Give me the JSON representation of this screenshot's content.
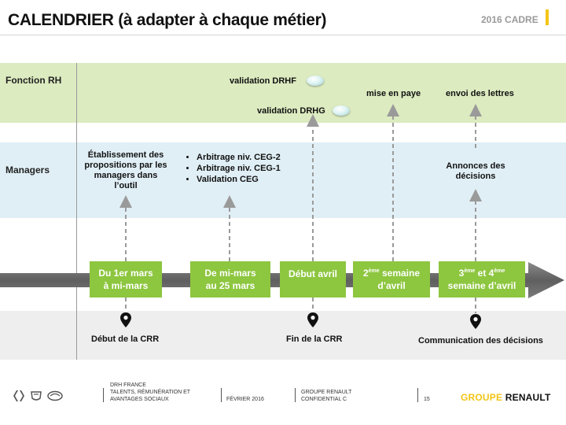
{
  "header": {
    "title": "CALENDRIER (à adapter à chaque métier)",
    "tag": "2016 CADRE"
  },
  "rows": {
    "rh": "Fonction RH",
    "managers": "Managers"
  },
  "rh_labels": {
    "validation_drhf": "validation DRHF",
    "validation_drhg": "validation DRHG",
    "mise_en_paye": "mise en paye",
    "envoi_lettres": "envoi des lettres"
  },
  "manager_labels": {
    "etablissement": "Établissement des propositions par les managers dans l’outil",
    "bullets": [
      "Arbitrage niv. CEG-2",
      "Arbitrage niv. CEG-1",
      "Validation CEG"
    ],
    "annonces": "Annonces des décisions"
  },
  "timeline": {
    "box1": {
      "line1": "Du 1er mars",
      "line2": "à mi-mars"
    },
    "box2": {
      "line1": "De mi-mars",
      "line2": "au 25 mars"
    },
    "box3": {
      "line1": "Début avril"
    },
    "box4": {
      "num": "2",
      "sup": "ème",
      "rest": " semaine",
      "line2": "d’avril"
    },
    "box5": {
      "num_a": "3",
      "sup_a": "ème",
      "mid": " et 4",
      "sup_b": "ème",
      "line2": "semaine d’avril"
    }
  },
  "milestones": {
    "debut_crr": "Début de la CRR",
    "fin_crr": "Fin de la CRR",
    "communication": "Communication des décisions"
  },
  "footer": {
    "dept_line1": "DRH FRANCE",
    "dept_line2": "TALENTS, RÉMUNÉRATION ET",
    "dept_line3": "AVANTAGES SOCIAUX",
    "date": "FÉVRIER 2016",
    "group_line1": "GROUPE RENAULT",
    "group_line2": "CONFIDENTIAL C",
    "page": "15",
    "brand_a": "GROUPE ",
    "brand_b": "RENAULT"
  },
  "colors": {
    "green_box": "#8dc63f",
    "rh_band": "#dcebc0",
    "managers_band": "#e0eff6",
    "arrow_gray": "#6d6d6d",
    "brand_yellow": "#f3c516"
  }
}
